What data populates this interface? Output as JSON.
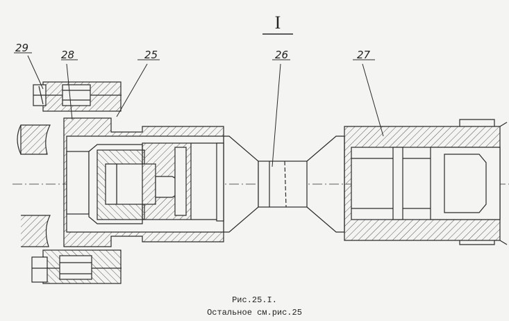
{
  "view_mark": "I",
  "callouts": [
    {
      "id": "29",
      "label": "29"
    },
    {
      "id": "28",
      "label": "28"
    },
    {
      "id": "25",
      "label": "25"
    },
    {
      "id": "26",
      "label": "26"
    },
    {
      "id": "27",
      "label": "27"
    }
  ],
  "caption": {
    "line1": "Рис.25.I.",
    "line2": "Остальное см.рис.25"
  },
  "colors": {
    "ink": "#2a2a2a",
    "paper": "#f4f4f2"
  }
}
